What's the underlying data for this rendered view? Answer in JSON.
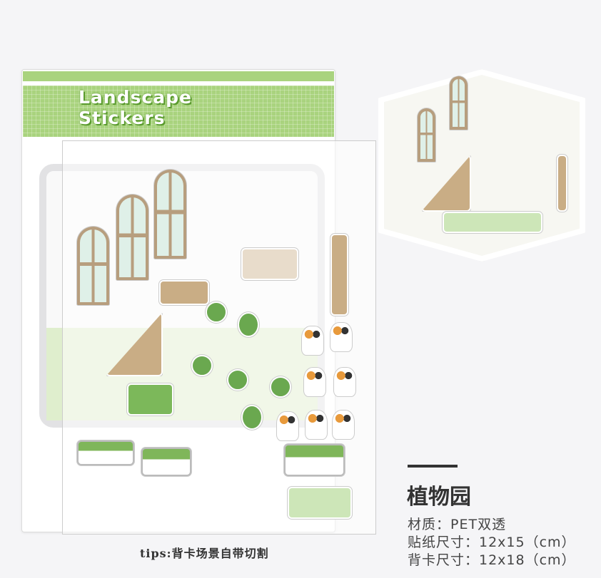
{
  "banner": {
    "title_line1": "Landscape",
    "title_line2": "Stickers"
  },
  "tips": "tips:背卡场景自带切割",
  "product": {
    "name": "植物园",
    "specs": [
      "材质：PET双透",
      "贴纸尺寸：12x15（cm）",
      "背卡尺寸：12x18（cm）"
    ]
  },
  "colors": {
    "banner": "#a9d37e",
    "wood": "#c9ad85",
    "plant": "#6aa84f"
  }
}
